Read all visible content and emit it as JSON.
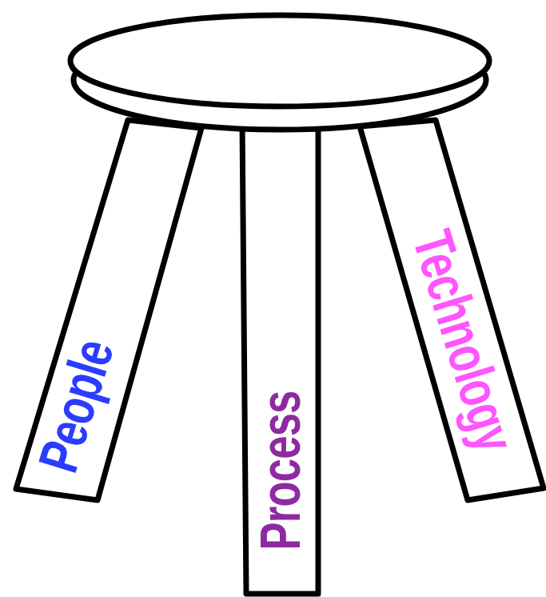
{
  "diagram": {
    "nodes": [
      {
        "text": [
          "People"
        ]
      },
      {
        "text": [
          "Process"
        ]
      },
      {
        "text": [
          "Technology"
        ]
      }
    ]
  }
}
